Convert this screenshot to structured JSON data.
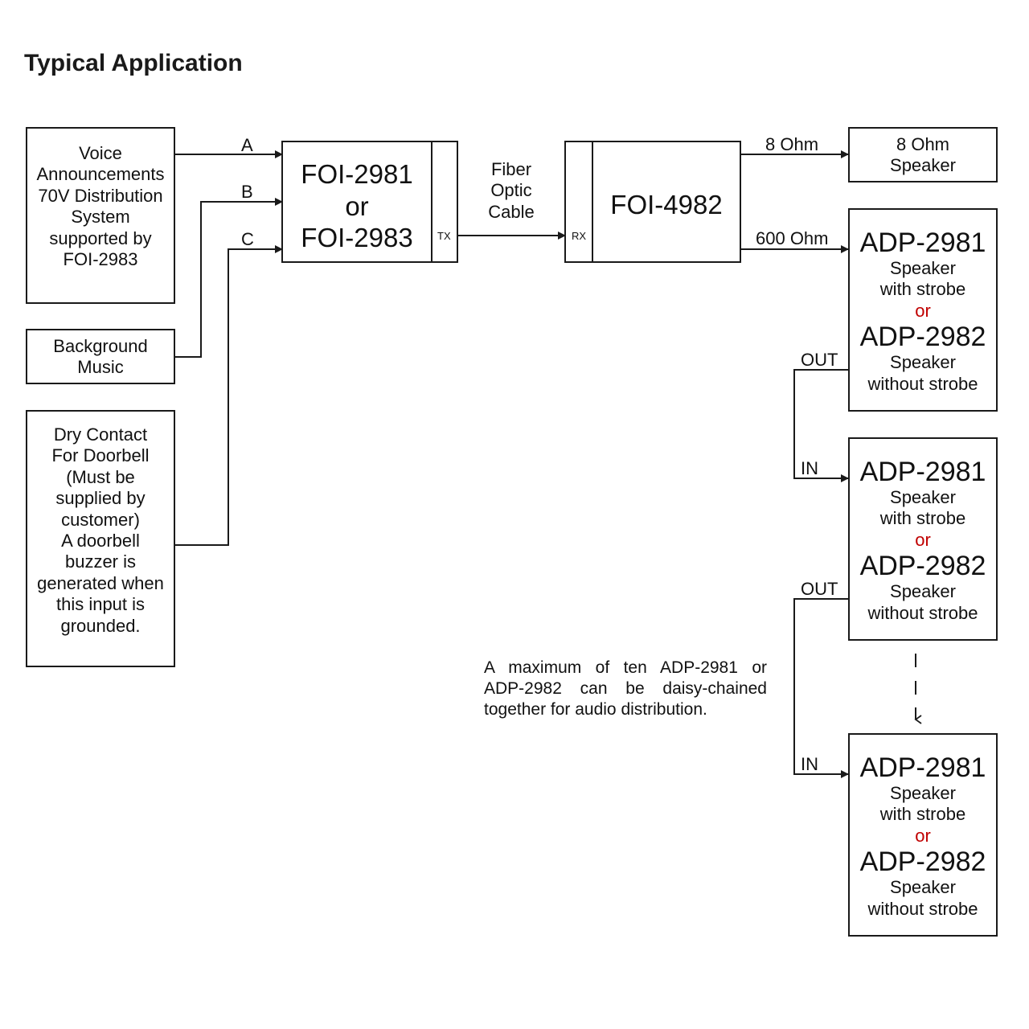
{
  "title": "Typical Application",
  "sources": {
    "voice": {
      "lines": [
        "Voice",
        "Announcements"
      ],
      "lines2": [
        "70V Distribution",
        "System",
        "supported by",
        "FOI-2983"
      ]
    },
    "music": {
      "lines": [
        "Background",
        "Music"
      ]
    },
    "doorbell": {
      "lines": [
        "Dry Contact",
        "For Doorbell",
        "(Must be",
        "supplied by",
        "customer)"
      ],
      "lines2": [
        "A doorbell",
        "buzzer is",
        "generated when",
        "this input is",
        "grounded."
      ]
    }
  },
  "inputs": {
    "a": "A",
    "b": "B",
    "c": "C"
  },
  "transmitter": {
    "line1": "FOI-2981",
    "line2": "or",
    "line3": "FOI-2983",
    "port": "TX"
  },
  "cable": {
    "lines": [
      "Fiber",
      "Optic",
      "Cable"
    ]
  },
  "receiver": {
    "name": "FOI-4982",
    "port": "RX"
  },
  "outputs": {
    "ohm8": "8 Ohm",
    "ohm600": "600 Ohm"
  },
  "speaker8": {
    "lines": [
      "8 Ohm",
      "Speaker"
    ]
  },
  "adp": {
    "model1": "ADP-2981",
    "desc1a": "Speaker",
    "desc1b": "with strobe",
    "or": "or",
    "model2": "ADP-2982",
    "desc2a": "Speaker",
    "desc2b": "without strobe"
  },
  "chain": {
    "out": "OUT",
    "in": "IN"
  },
  "note": {
    "lines": [
      "A maximum of ten ADP-2981 or",
      "ADP-2982 can be daisy-chained",
      "together for audio distribution."
    ]
  },
  "colors": {
    "line": "#1a1a1a",
    "accent_or": "#c00000"
  }
}
